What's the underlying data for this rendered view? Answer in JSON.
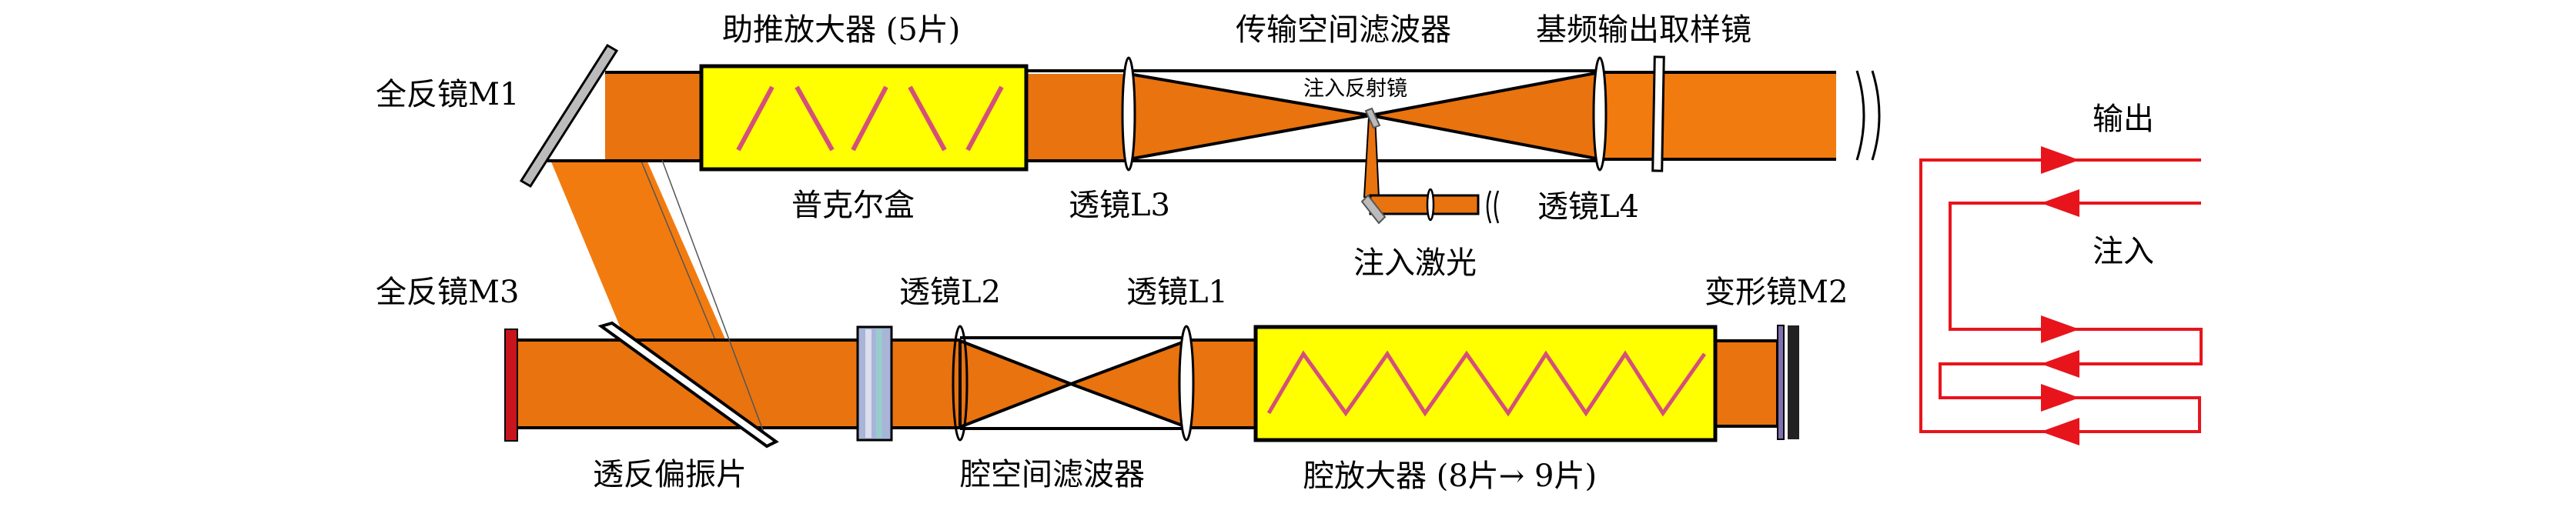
{
  "labels": {
    "mirror_m1": "全反镜M1",
    "booster_amp": "助推放大器 (5片)",
    "transport_filter": "传输空间滤波器",
    "sampling_mirror": "基频输出取样镜",
    "injection_mirror": "注入反射镜",
    "pockels_cell": "普克尔盒",
    "lens_l3": "透镜L3",
    "lens_l4": "透镜L4",
    "injection_laser": "注入激光",
    "mirror_m3": "全反镜M3",
    "lens_l2": "透镜L2",
    "lens_l1": "透镜L1",
    "deformable_mirror_m2": "变形镜M2",
    "polarizer": "透反偏振片",
    "cavity_filter": "腔空间滤波器",
    "cavity_amp": "腔放大器 (8片→ 9片)",
    "output": "输出",
    "injection": "注入"
  },
  "colors": {
    "beam": "#e8730f",
    "beam_light": "#f27b10",
    "amplifier": "#ffff00",
    "slab": "#d4507a",
    "path": "#e8141c",
    "mirror_m3": "#c8141c"
  }
}
